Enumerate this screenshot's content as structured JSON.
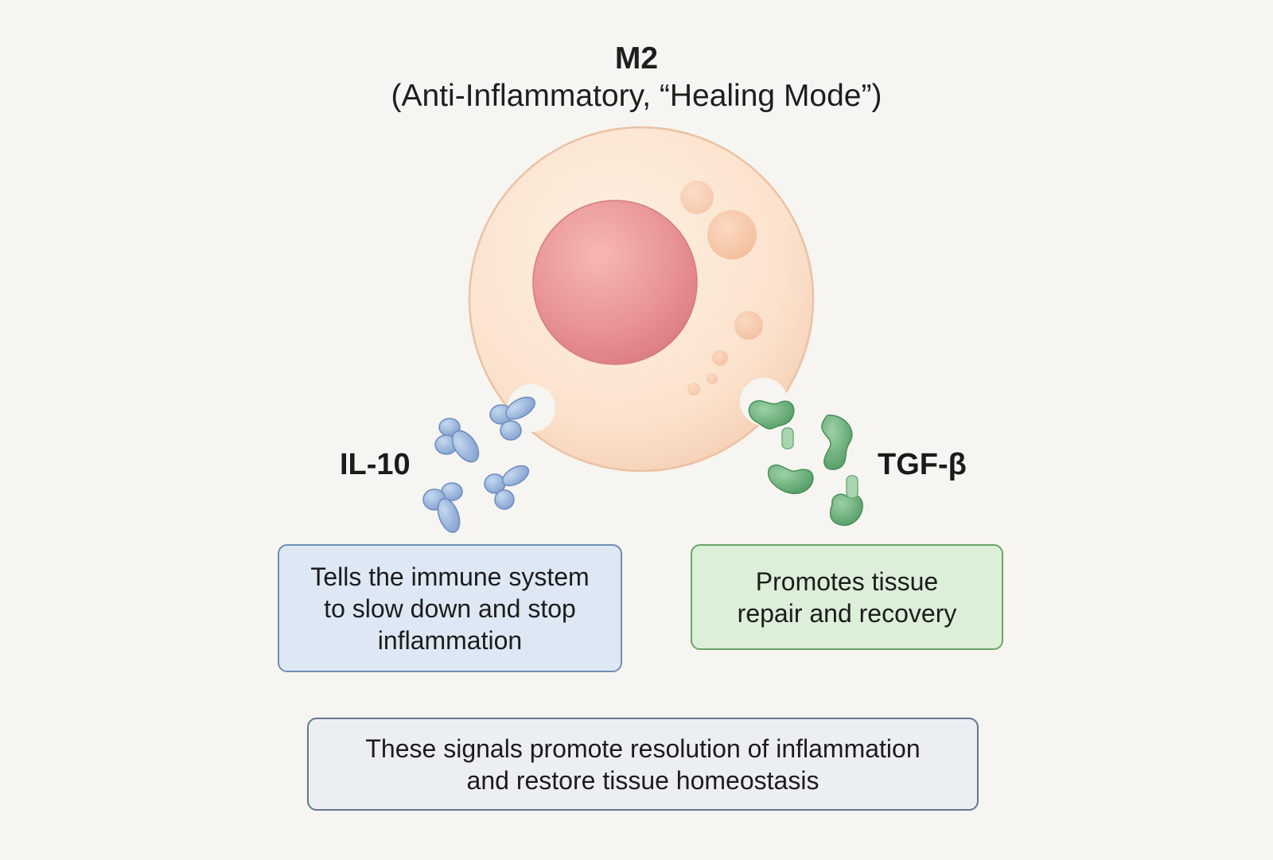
{
  "title": {
    "line1": "M2",
    "line2": "(Anti-Inflammatory, “Healing Mode”)"
  },
  "cytokines": {
    "left": {
      "label": "IL-10",
      "description": "Tells the immune system\nto slow down and stop\ninflammation",
      "color": "#6f8db4"
    },
    "right": {
      "label": "TGF-β",
      "description": "Promotes tissue\nrepair and recovery",
      "color": "#6aa56a"
    }
  },
  "summary": "These signals promote resolution of inflammation\nand restore tissue homeostasis",
  "colors": {
    "cell": "#fbe3cf",
    "nucleus": "#e68e91",
    "background": "#f6f5f1"
  }
}
